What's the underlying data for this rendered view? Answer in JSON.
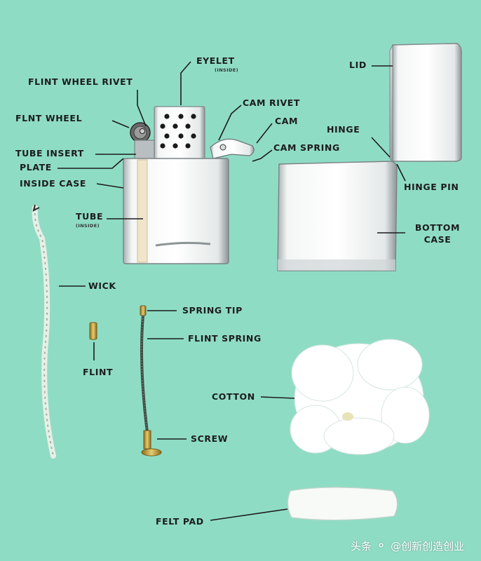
{
  "labels": {
    "eyelet": "EYELET",
    "eyelet_sub": "(INSIDE)",
    "flint_wheel_rivet": "FLINT WHEEL RIVET",
    "cam_rivet": "CAM RIVET",
    "flnt_wheel": "FLNT WHEEL",
    "cam": "CAM",
    "tube_insert": "TUBE INSERT",
    "cam_spring": "CAM SPRING",
    "plate": "PLATE",
    "inside_case": "INSIDE CASE",
    "tube": "TUBE",
    "tube_sub": "(INSIDE)",
    "lid": "LID",
    "hinge": "HINGE",
    "hinge_pin": "HINGE PIN",
    "bottom_case_1": "BOTTOM",
    "bottom_case_2": "CASE",
    "wick": "WICK",
    "spring_tip": "SPRING TIP",
    "flint_spring": "FLINT SPRING",
    "flint": "FLINT",
    "cotton": "COTTON",
    "screw": "SCREW",
    "felt_pad": "FELT PAD"
  },
  "watermark": {
    "prefix": "头条",
    "handle": "@创新创造创业"
  },
  "colors": {
    "background": "#8fdcc4",
    "label_text": "#1c1c1c",
    "leader_line": "#1c1c1c",
    "chrome": "#e8ecec",
    "brass": "#c9a43a"
  }
}
